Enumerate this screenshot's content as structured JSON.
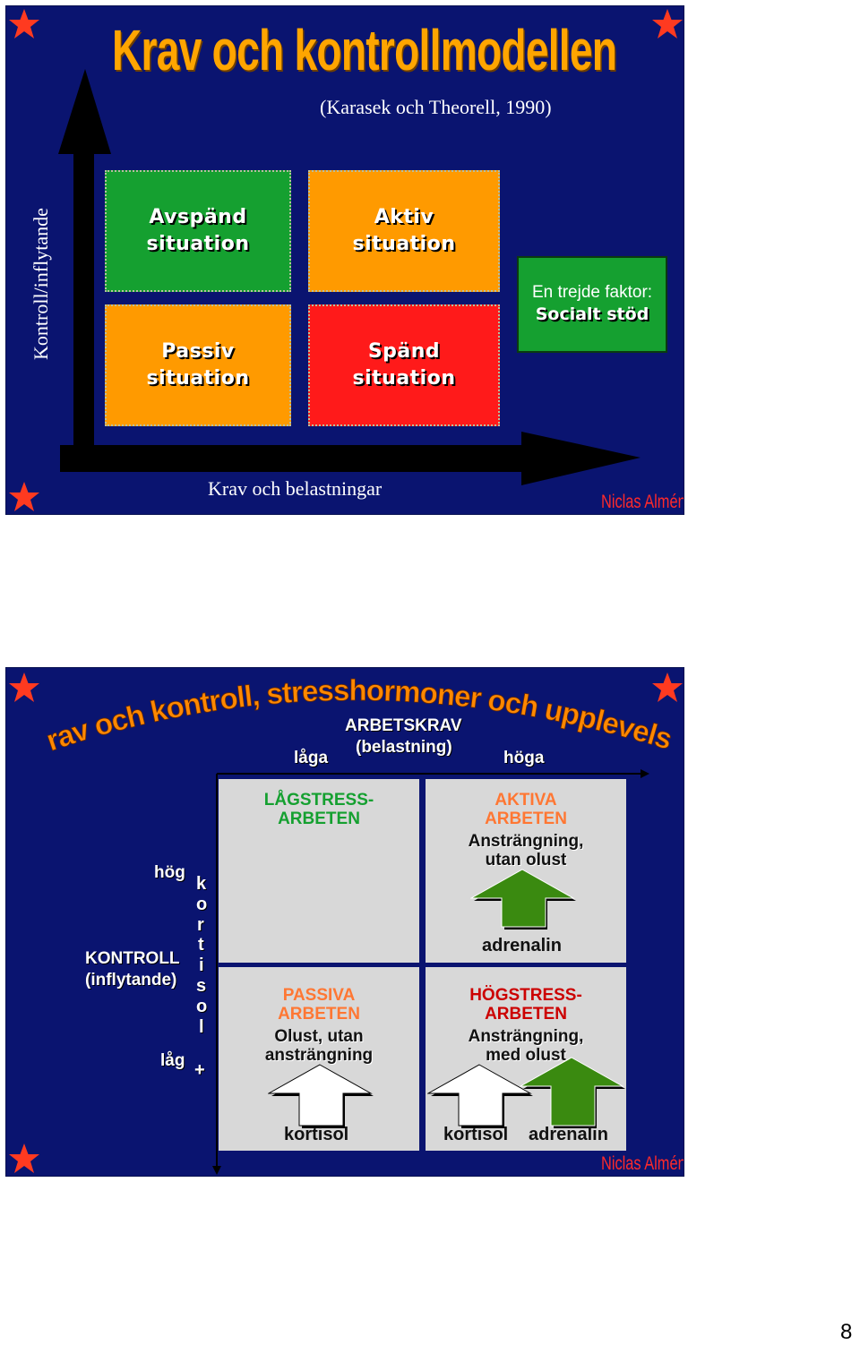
{
  "slide1": {
    "title": "Krav och kontrollmodellen",
    "subtitle": "(Karasek och Theorell, 1990)",
    "y_axis_label": "Kontroll/inflytande",
    "x_axis_label": "Krav och belastningar",
    "quadrants": {
      "top_left": [
        "Avspänd",
        "situation"
      ],
      "top_right": [
        "Aktiv",
        "situation"
      ],
      "bottom_left": [
        "Passiv",
        "situation"
      ],
      "bottom_right": [
        "Spänd",
        "situation"
      ]
    },
    "third_factor": {
      "line1": "En trejde faktor:",
      "line2": "Socialt stöd"
    },
    "author": "Niclas Almén",
    "colors": {
      "background": "#0a1470",
      "title": "#ffa500",
      "green": "#15a030",
      "orange": "#ff9900",
      "red": "#ff1a1a"
    }
  },
  "slide2": {
    "title": "Krav och kontroll, stresshormoner och upplevelser",
    "x_axis": {
      "title": "ARBETSKRAV",
      "subtitle": "(belastning)",
      "low": "låga",
      "high": "höga"
    },
    "y_axis": {
      "title": "KONTROLL",
      "subtitle": "(inflytande)",
      "high": "hög",
      "low": "låg",
      "hormone_letters": [
        "k",
        "o",
        "r",
        "t",
        "i",
        "s",
        "o",
        "l"
      ],
      "plus": "+"
    },
    "cells": {
      "top_left": {
        "title": [
          "LÅGSTRESS-",
          "ARBETEN"
        ]
      },
      "top_right": {
        "title": [
          "AKTIVA",
          "ARBETEN"
        ],
        "desc": [
          "Ansträngning,",
          "utan olust"
        ],
        "hormone": "adrenalin"
      },
      "bottom_left": {
        "title": [
          "PASSIVA",
          "ARBETEN"
        ],
        "desc": [
          "Olust, utan",
          "ansträngning"
        ],
        "hormone": "kortisol"
      },
      "bottom_right": {
        "title": [
          "HÖGSTRESS-",
          "ARBETEN"
        ],
        "desc": [
          "Ansträngning,",
          "med olust"
        ],
        "hormone1": "kortisol",
        "hormone2": "adrenalin"
      }
    },
    "author": "Niclas Almén",
    "colors": {
      "title": "#ff8800",
      "green_title": "#15a030",
      "orange_title": "#ff7733",
      "red_title": "#cc0000",
      "cell": "#d8d8d8",
      "arrow_green": "#3a8a10"
    }
  },
  "page_number": "8"
}
